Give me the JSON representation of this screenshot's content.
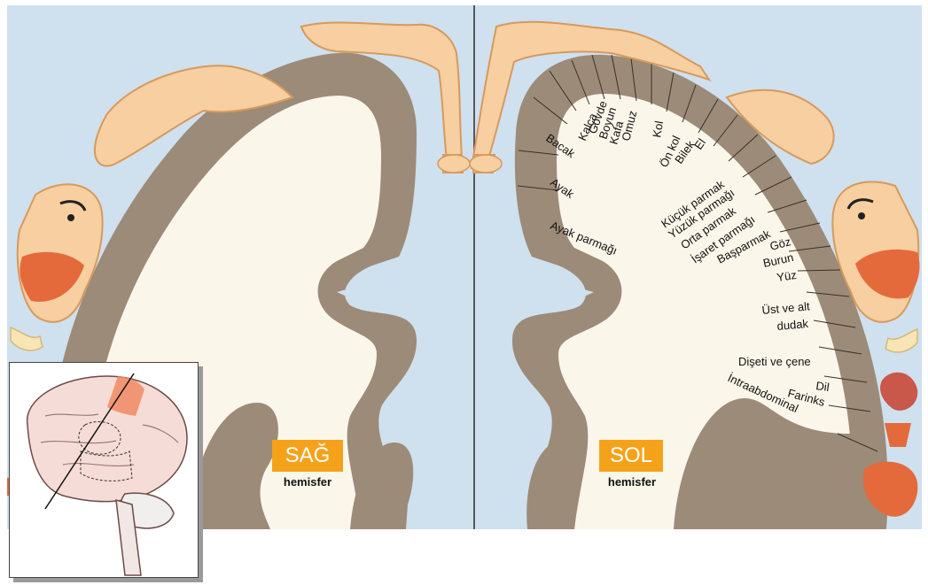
{
  "colors": {
    "background": "#cfe0ef",
    "cortex": "#9c8b78",
    "white_matter": "#fbf6ea",
    "homunculus": "#f7cfa0",
    "homunculus_outline": "#d79a5c",
    "face_lips": "#e46a3c",
    "highlight": "#f5a21b",
    "brain_pink": "#f6dcd6",
    "brain_highlight": "#f08a63"
  },
  "right_hemisphere": {
    "label": "SAĞ",
    "sub": "hemisfer"
  },
  "left_hemisphere": {
    "label": "SOL",
    "sub": "hemisfer"
  },
  "body_regions": [
    "Kalça",
    "Gövde",
    "Boyun",
    "Kafa",
    "Omuz",
    "Kol",
    "Ön kol",
    "Bilek",
    "El",
    "Bacak",
    "Ayak",
    "Ayak parmağı",
    "Küçük parmak",
    "Yüzük parmağı",
    "Orta parmak",
    "İşaret parmağı",
    "Başparmak",
    "Göz",
    "Burun",
    "Yüz",
    "Üst ve alt",
    "dudak",
    "Dişeti ve çene",
    "Dil",
    "Farinks",
    "İntraabdominal"
  ],
  "inset": {
    "description_icon": "brain-lateral-view-icon"
  }
}
